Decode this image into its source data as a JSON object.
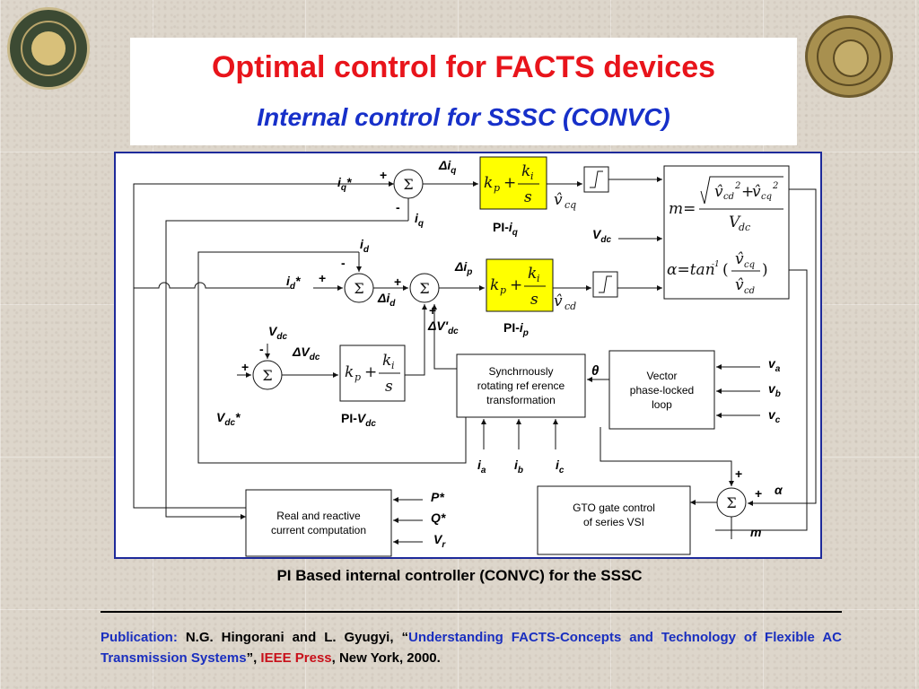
{
  "header": {
    "title": "Optimal control for FACTS devices",
    "subtitle": "Internal control for SSSC (CONVC)"
  },
  "diagram": {
    "blocks": {
      "sync": "Synchrnously\nrotating ref erence\ntransformation",
      "pll": "Vector\nphase-locked\nloop",
      "realreact": "Real and reactive\ncurrent computation",
      "gto": "GTO gate control\nof series VSI"
    },
    "pi_labels": {
      "pi_iq": "PI-",
      "pi_ip": "PI-",
      "pi_vdc": "PI-"
    },
    "sum_symbol": "Σ",
    "signals": {
      "iq_star": "i",
      "iq": "i",
      "id": "i",
      "id_star": "i",
      "vdc": "V",
      "vdc_star": "V",
      "p_star": "P*",
      "q_star": "Q*",
      "vr": "V",
      "m": "m",
      "alpha": "α",
      "theta": "θ",
      "va": "v",
      "vb": "v",
      "vc": "v",
      "ia": "i",
      "ib": "i",
      "ic": "i"
    },
    "signs": {
      "plus": "+",
      "minus": "-"
    }
  },
  "caption": "PI Based internal controller (CONVC) for the SSSC",
  "publication": {
    "label": "Publication:",
    "authors": "N.G. Hingorani and L. Gyugyi",
    "sep1": ", “",
    "book": "Understanding FACTS-Concepts and Technology of Flexible AC Transmission Systems",
    "sep2": "”, ",
    "publisher": "IEEE Press",
    "tail": ", New York, 2000."
  },
  "colors": {
    "title": "#e8141b",
    "subtitle": "#1730c9",
    "frame": "#1e2a9a",
    "pi_highlight": "#ffff00"
  }
}
